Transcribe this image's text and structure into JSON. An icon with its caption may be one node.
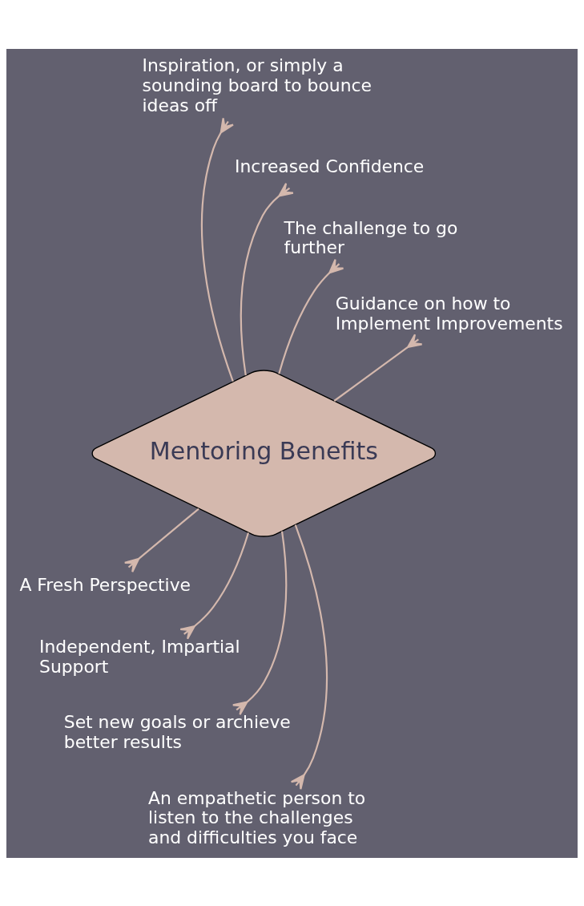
{
  "diagram": {
    "nodes": [
      {
        "text": [
          "Mentoring Benefits"
        ]
      },
      {
        "text": [
          "Inspiration, or simply a sounding board to bounce ideas off"
        ]
      },
      {
        "text": [
          "Increased Confidence"
        ]
      },
      {
        "text": [
          "The challenge to go further"
        ]
      },
      {
        "text": [
          "Guidance on how to Implement Improvements"
        ]
      },
      {
        "text": [
          "A Fresh Perspective"
        ]
      },
      {
        "text": [
          "Independent, Impartial Support"
        ]
      },
      {
        "text": [
          "Set new goals or archieve better results"
        ]
      },
      {
        "text": [
          "An empathetic person to listen to the challenges and difficulties you face"
        ]
      }
    ],
    "edges": [
      {
        "from": 0,
        "to": 1,
        "arrow": "other"
      },
      {
        "from": 0,
        "to": 2,
        "arrow": "other"
      },
      {
        "from": 0,
        "to": 3,
        "arrow": "other"
      },
      {
        "from": 0,
        "to": 4,
        "arrow": "other"
      },
      {
        "from": 0,
        "to": 5,
        "arrow": "other"
      },
      {
        "from": 0,
        "to": 6,
        "arrow": "other"
      },
      {
        "from": 0,
        "to": 7,
        "arrow": "other"
      },
      {
        "from": 0,
        "to": 8,
        "arrow": "other"
      }
    ]
  }
}
